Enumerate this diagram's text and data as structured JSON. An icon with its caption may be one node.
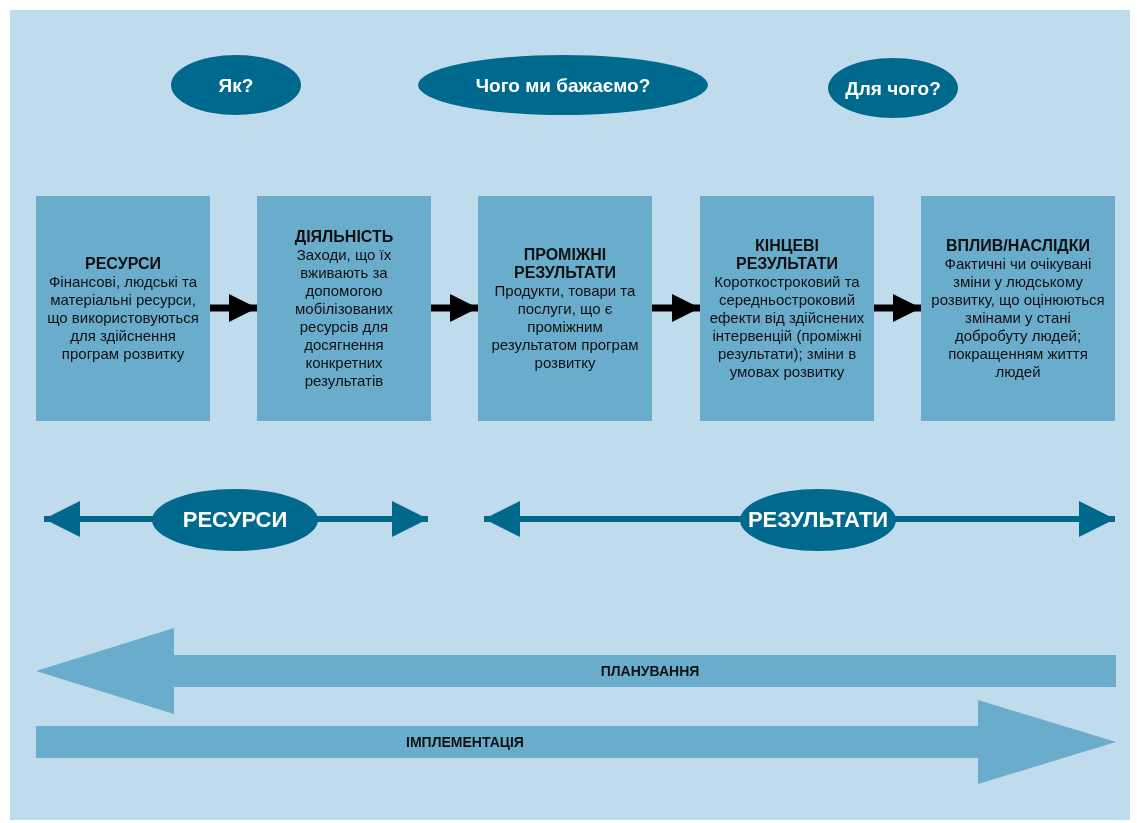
{
  "diagram": {
    "nodes": [
      {
        "text": [
          "Як?"
        ]
      },
      {
        "text": [
          "Чого ми бажаємо?"
        ]
      },
      {
        "text": [
          "Для чого?"
        ]
      },
      {
        "text": [
          "РЕСУРСИ",
          "Фінансові, людські та матеріальні ресурси, що використовуються для здійснення програм розвитку"
        ]
      },
      {
        "text": [
          "ДІЯЛЬНІСТЬ",
          "Заходи, що їх вживають за допомогою мобілізованих ресурсів для досягнення конкретних результатів"
        ]
      },
      {
        "text": [
          "ПРОМІЖНІ РЕЗУЛЬТАТИ",
          "Продукти, товари та послуги, що є проміжним результатом програм розвитку"
        ]
      },
      {
        "text": [
          "КІНЦЕВІ РЕЗУЛЬТАТИ",
          "Короткостроковий та середньостроковий ефекти від здійснених інтервенцій (проміжні результати); зміни в умовах розвитку"
        ]
      },
      {
        "text": [
          "ВПЛИВ/НАСЛІДКИ",
          "Фактичні чи очікувані зміни у людському розвитку, що оцінюються змінами у стані добробуту людей; покращенням життя людей"
        ]
      },
      {
        "text": [
          "РЕСУРСИ"
        ]
      },
      {
        "text": [
          "РЕЗУЛЬТАТИ"
        ]
      },
      {
        "text": [
          "ПЛАНУВАННЯ"
        ]
      },
      {
        "text": [
          "ІМПЛЕМЕНТАЦІЯ"
        ]
      }
    ],
    "edges": [
      {
        "from": 3,
        "to": 4,
        "arrow": "to"
      },
      {
        "from": 4,
        "to": 5,
        "arrow": "to"
      },
      {
        "from": 5,
        "to": 6,
        "arrow": "to"
      },
      {
        "from": 6,
        "to": 7,
        "arrow": "to"
      }
    ]
  }
}
